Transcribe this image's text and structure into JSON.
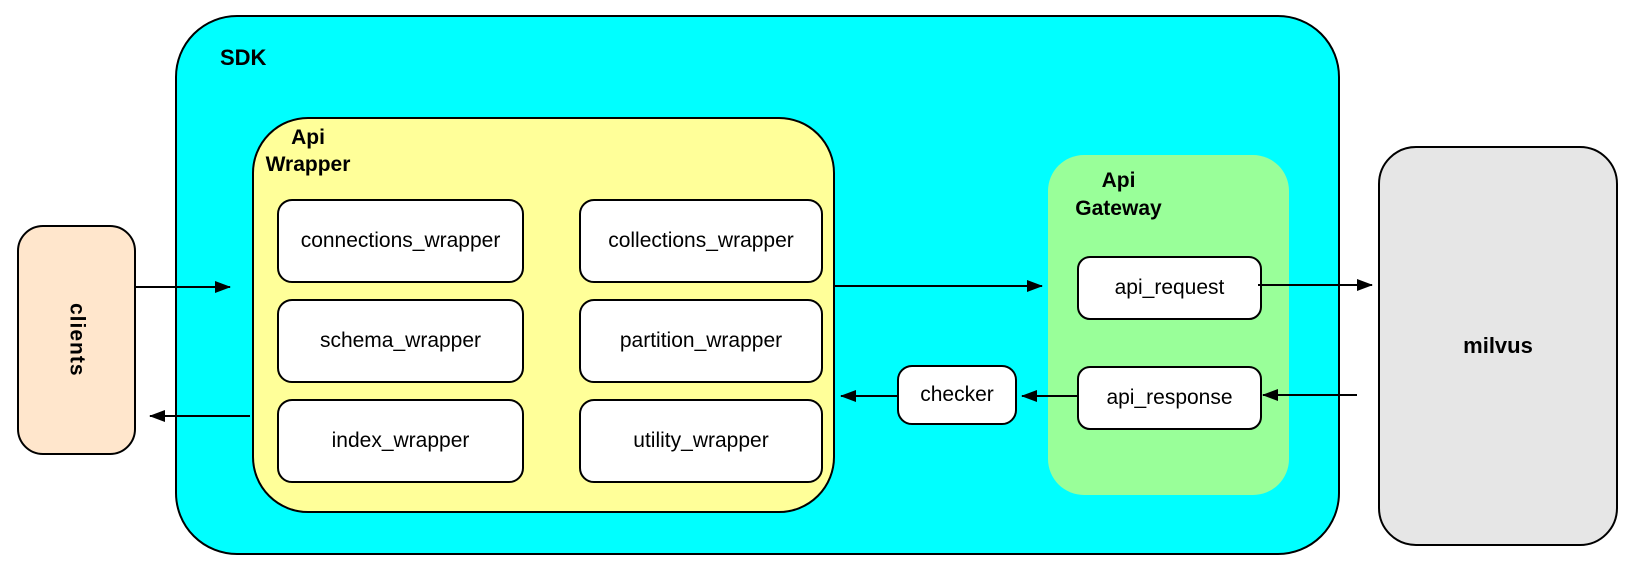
{
  "diagram": {
    "clients": {
      "label": "clients"
    },
    "sdk": {
      "label": "SDK",
      "api_wrapper": {
        "label": "Api\nWrapper",
        "boxes": [
          {
            "label": "connections_wrapper"
          },
          {
            "label": "collections_wrapper"
          },
          {
            "label": "schema_wrapper"
          },
          {
            "label": "partition_wrapper"
          },
          {
            "label": "index_wrapper"
          },
          {
            "label": "utility_wrapper"
          }
        ]
      },
      "checker": {
        "label": "checker"
      },
      "api_gateway": {
        "label": "Api\nGateway",
        "boxes": [
          {
            "label": "api_request"
          },
          {
            "label": "api_response"
          }
        ]
      }
    },
    "milvus": {
      "label": "milvus"
    },
    "colors": {
      "sdk_fill": "#00FFFF",
      "api_wrapper_fill": "#FFFF99",
      "api_gateway_fill": "#99FF99",
      "clients_fill": "#FFE6CC",
      "milvus_fill": "#E6E6E6",
      "node_fill": "#FFFFFF",
      "stroke": "#000000"
    },
    "edges": [
      {
        "from": "clients",
        "to": "sdk"
      },
      {
        "from": "api_wrapper",
        "to": "clients"
      },
      {
        "from": "api_wrapper",
        "to": "api_request"
      },
      {
        "from": "api_request",
        "to": "milvus"
      },
      {
        "from": "milvus",
        "to": "api_response"
      },
      {
        "from": "api_response",
        "to": "checker"
      },
      {
        "from": "checker",
        "to": "api_wrapper"
      }
    ]
  }
}
